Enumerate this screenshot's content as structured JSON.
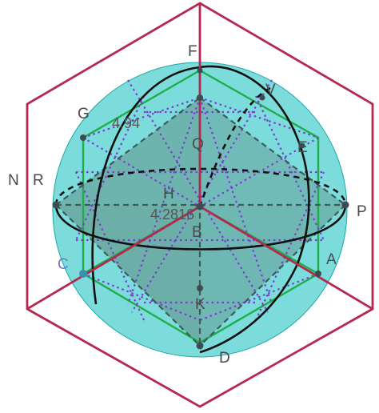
{
  "figure": {
    "labels": {
      "F": "F",
      "G": "G",
      "N": "N",
      "R": "R",
      "H": "H",
      "P": "P",
      "C": "C",
      "A": "A",
      "K": "K",
      "D": "D",
      "Q": "Q",
      "B": "B",
      "V": "V",
      "E": "E"
    },
    "measurements": {
      "side_length": "4.94",
      "inner_length": "4.2816"
    },
    "colors": {
      "cube_edges": "#b5284f",
      "sphere_fill": "#2bc6c6",
      "octahedron_fill": "#5e8a80",
      "inner_cube_edges": "#1fae4a",
      "dotted_edges": "#7b3fd0",
      "great_circles": "#111111",
      "point_fill": "#3c4c52"
    }
  }
}
